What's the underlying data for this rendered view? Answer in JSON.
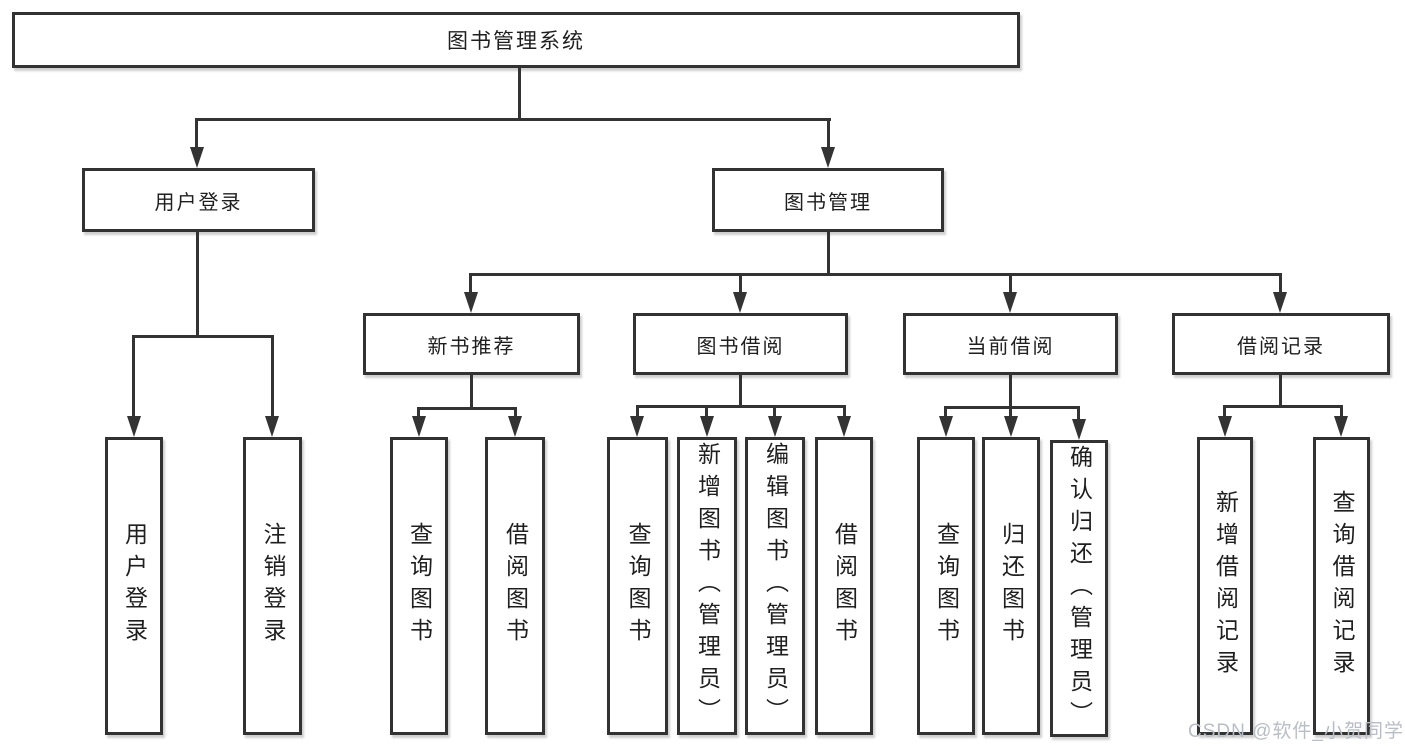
{
  "nodes": {
    "root": "图书管理系统",
    "level2": [
      "用户登录",
      "图书管理"
    ],
    "level3": [
      "新书推荐",
      "图书借阅",
      "当前借阅",
      "借阅记录"
    ],
    "leaves": [
      "用户登录",
      "注销登录",
      "查询图书",
      "借阅图书",
      "查询图书",
      "新增图书（管理员）",
      "编辑图书（管理员）",
      "借阅图书",
      "查询图书",
      "归还图书",
      "确认归还（管理员）",
      "新增借阅记录",
      "查询借阅记录"
    ]
  },
  "watermark": {
    "text": "CSDN @软件_小贺同学"
  },
  "colors": {
    "line": "#333333",
    "text": "#1f1f1f",
    "box_fill": "#ffffff",
    "background": "#ffffff",
    "watermark": "#b9bdc6"
  }
}
